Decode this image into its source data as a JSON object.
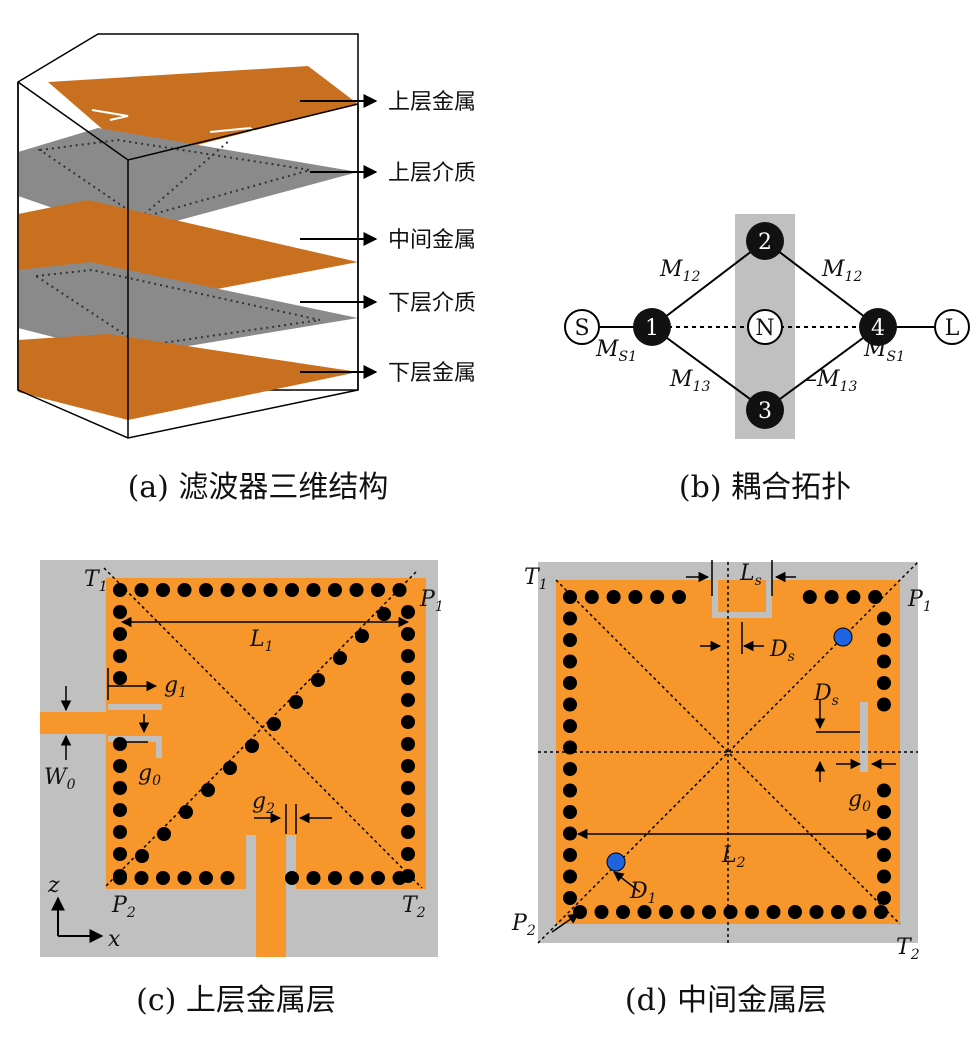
{
  "panel_a": {
    "caption": "(a) 滤波器三维结构",
    "layer_labels": [
      "上层金属",
      "上层介质",
      "中间金属",
      "下层介质",
      "下层金属"
    ],
    "colors": {
      "metal": "#c8701f",
      "dielectric": "#8a8a8a"
    }
  },
  "panel_b": {
    "caption": "(b) 耦合拓扑",
    "nodes": {
      "source": "S",
      "load": "L",
      "n1": "1",
      "n2": "2",
      "n3": "3",
      "n4": "4",
      "nonres": "N"
    },
    "couplings": {
      "m12_left": "M12",
      "m12_right": "M12",
      "m13_left": "M13",
      "m13_right": "–M13",
      "ms1_left": "MS1",
      "ms1_right": "MS1"
    }
  },
  "panel_c": {
    "caption": "(c) 上层金属层",
    "labels": {
      "t1": "T1",
      "p1": "P1",
      "p2": "P2",
      "t2": "T2",
      "l1": "L1",
      "g1": "g1",
      "g0": "g0",
      "g2": "g2",
      "w0": "W0",
      "z": "z",
      "x": "x"
    },
    "colors": {
      "metal": "#f7962a",
      "background": "#c0c0c0",
      "via": "#000000"
    }
  },
  "panel_d": {
    "caption": "(d) 中间金属层",
    "labels": {
      "t1": "T1",
      "p1": "P1",
      "p2": "P2",
      "t2": "T2",
      "ls": "Ls",
      "ds_top": "Ds",
      "ds_right": "Ds",
      "g0": "g0",
      "l2": "L2",
      "d1": "D1"
    },
    "colors": {
      "metal": "#f7962a",
      "background": "#c0c0c0",
      "marker": "#1f63e0"
    }
  }
}
